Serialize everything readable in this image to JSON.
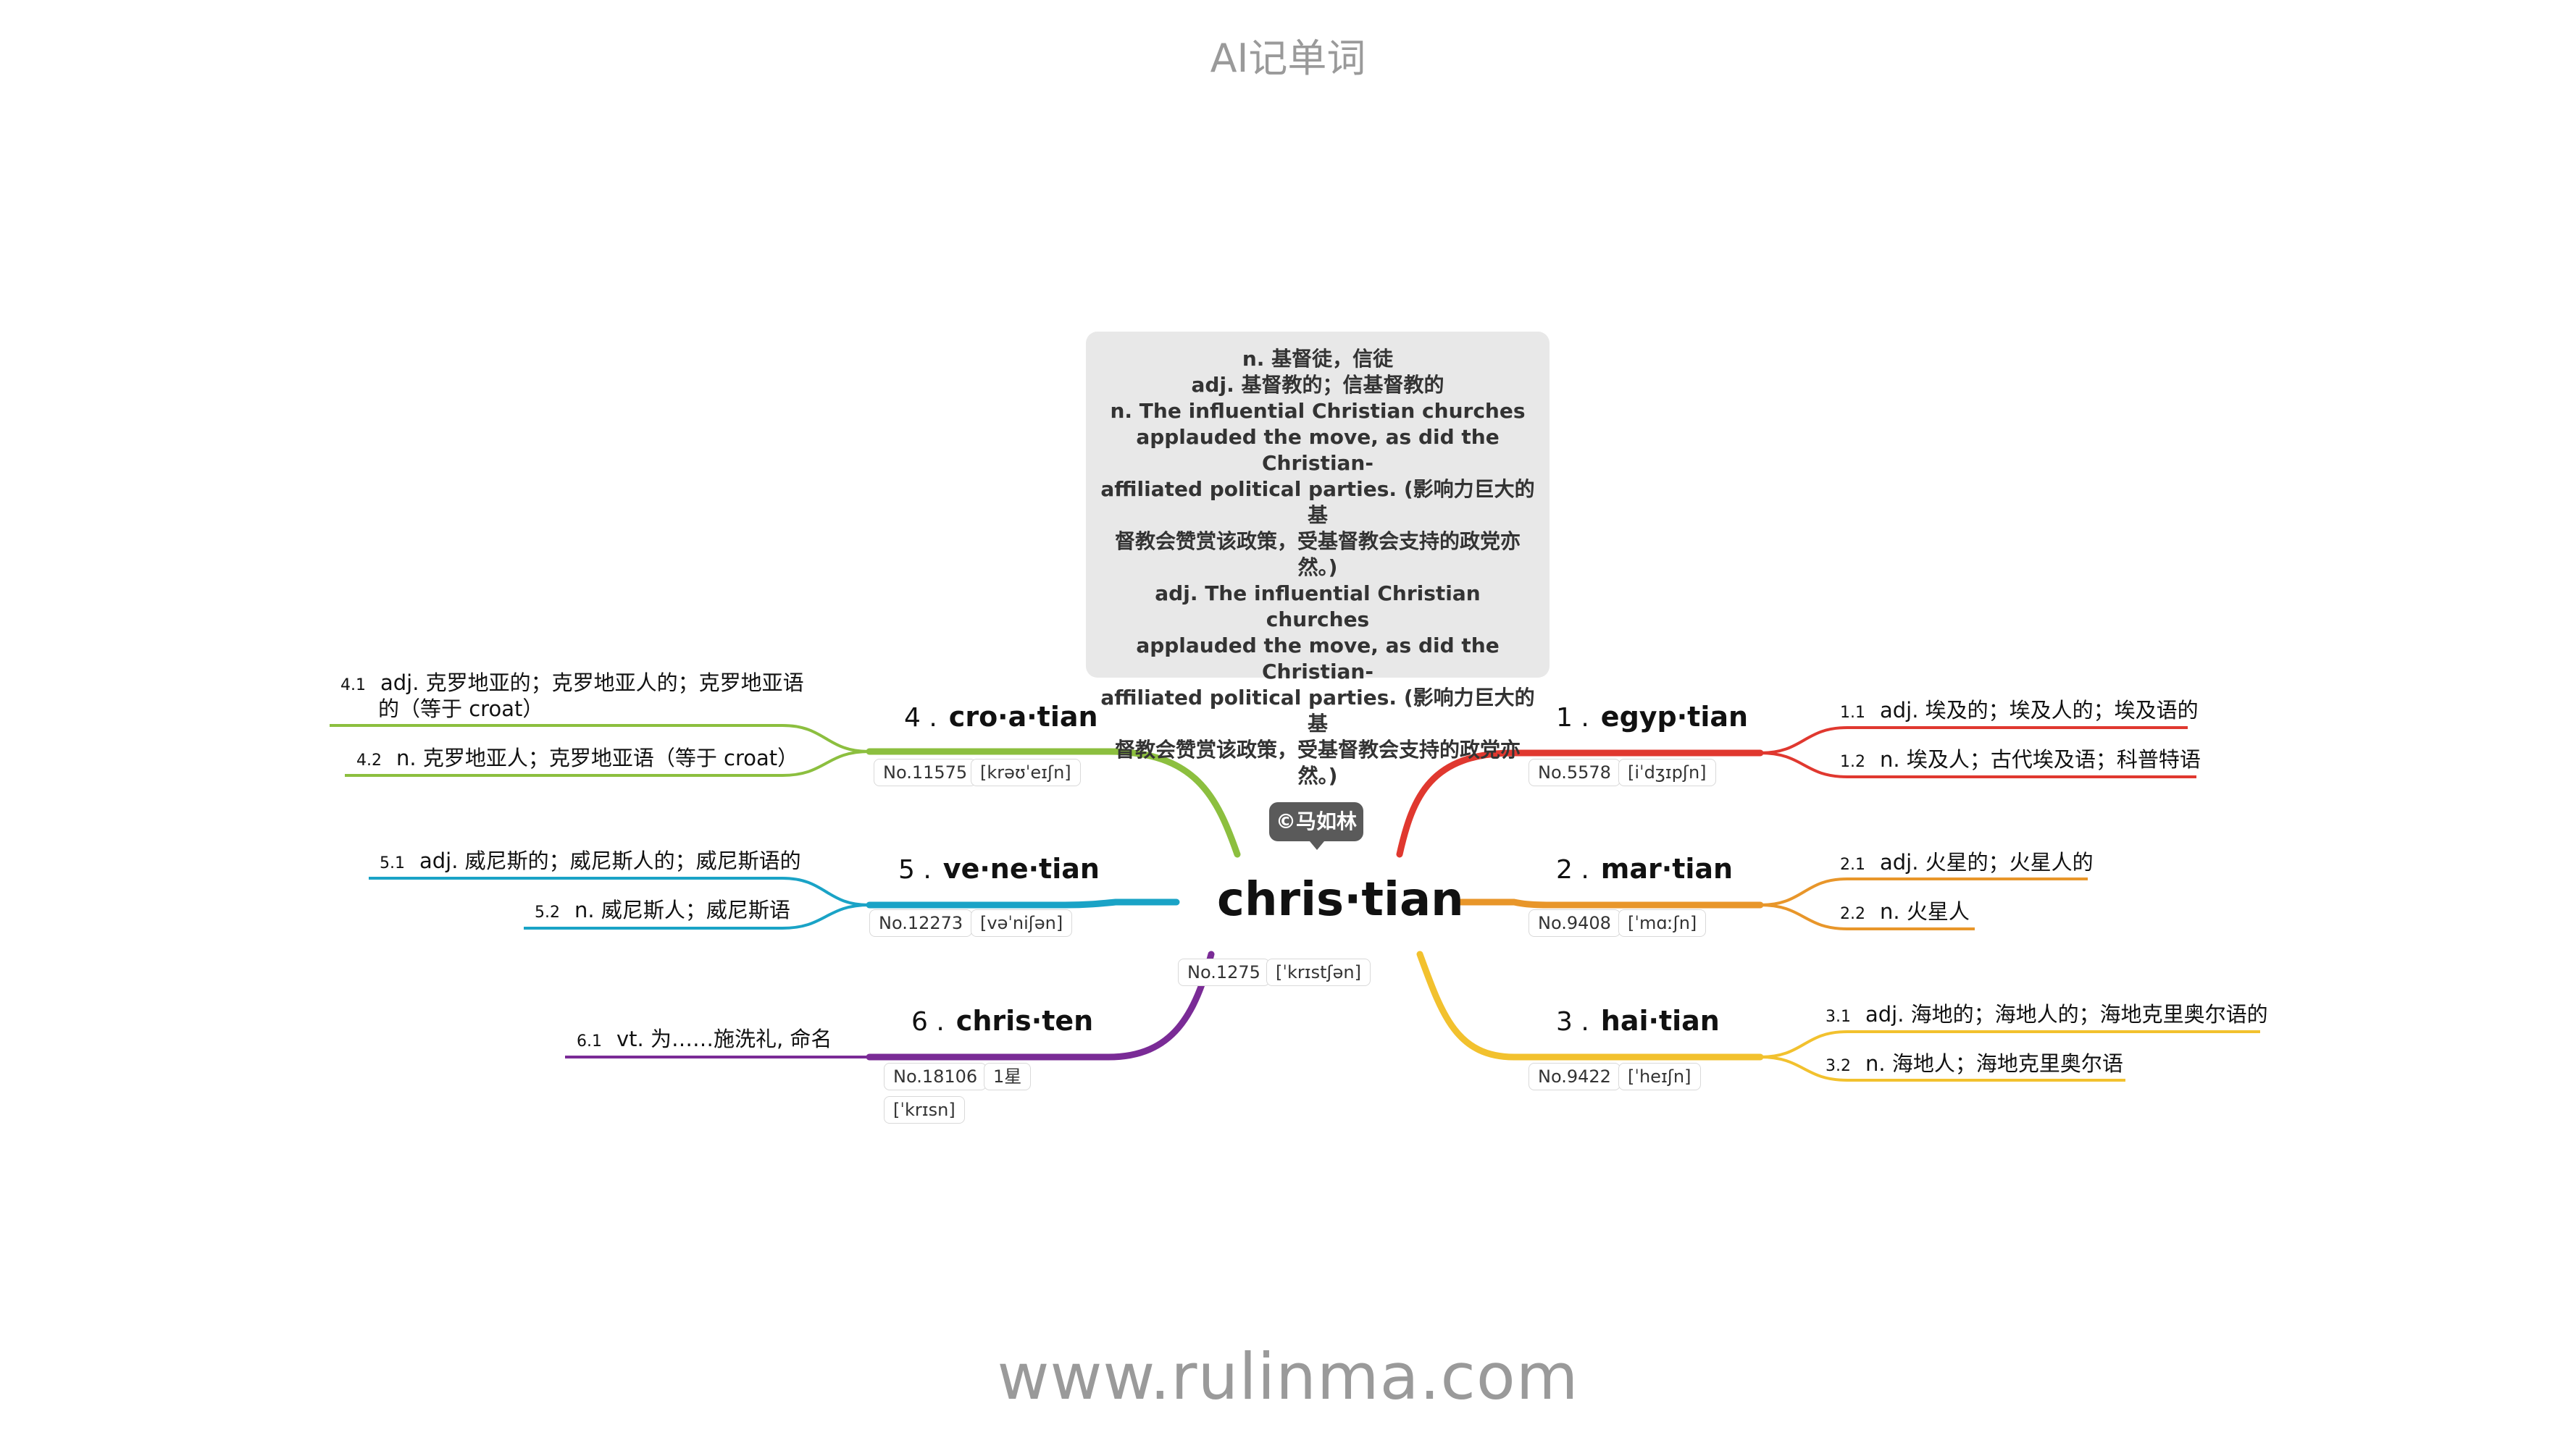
{
  "header": {
    "title": "AI记单词"
  },
  "footer": {
    "url": "www.rulinma.com"
  },
  "colors": {
    "b1": "#e0382f",
    "b2": "#e8962a",
    "b3": "#f2c12e",
    "b4": "#8cbf3f",
    "b5": "#1aa3c6",
    "b6": "#7a2b96"
  },
  "definition": {
    "lines": [
      "n. 基督徒，信徒",
      "adj. 基督教的；信基督教的",
      "n. The influential Christian churches",
      "applauded the move, as did the Christian-",
      "affiliated political parties. (影响力巨大的基",
      "督教会赞赏该政策，受基督教会支持的政党亦",
      "然。)",
      "adj. The influential Christian churches",
      "applauded the move, as did the Christian-",
      "affiliated political parties. (影响力巨大的基",
      "督教会赞赏该政策，受基督教会支持的政党亦",
      "然。)"
    ]
  },
  "copyright": "©马如林",
  "central": {
    "word": "chris·tian",
    "number": "No.1275",
    "phonetic": "[ˈkrɪstʃən]"
  },
  "branches": [
    {
      "num": "1 .",
      "word": "egyp·tian",
      "number": "No.5578",
      "phonetic": "[iˈdʒɪpʃn]",
      "items": [
        {
          "idx": "1.1",
          "text": "adj. 埃及的；埃及人的；埃及语的"
        },
        {
          "idx": "1.2",
          "text": "n. 埃及人；古代埃及语；科普特语"
        }
      ]
    },
    {
      "num": "2 .",
      "word": "mar·tian",
      "number": "No.9408",
      "phonetic": "[ˈmɑːʃn]",
      "items": [
        {
          "idx": "2.1",
          "text": "adj. 火星的；火星人的"
        },
        {
          "idx": "2.2",
          "text": "n. 火星人"
        }
      ]
    },
    {
      "num": "3 .",
      "word": "hai·tian",
      "number": "No.9422",
      "phonetic": "[ˈheɪʃn]",
      "items": [
        {
          "idx": "3.1",
          "text": "adj. 海地的；海地人的；海地克里奥尔语的"
        },
        {
          "idx": "3.2",
          "text": "n. 海地人；海地克里奥尔语"
        }
      ]
    },
    {
      "num": "4 .",
      "word": "cro·a·tian",
      "number": "No.11575",
      "phonetic": "[krəʊˈeɪʃn]",
      "items": [
        {
          "idx": "4.1",
          "text": "adj. 克罗地亚的；克罗地亚人的；克罗地亚语",
          "text2": "的（等于 croat）"
        },
        {
          "idx": "4.2",
          "text": "n. 克罗地亚人；克罗地亚语（等于 croat）"
        }
      ]
    },
    {
      "num": "5 .",
      "word": "ve·ne·tian",
      "number": "No.12273",
      "phonetic": "[vəˈniʃən]",
      "items": [
        {
          "idx": "5.1",
          "text": "adj. 威尼斯的；威尼斯人的；威尼斯语的"
        },
        {
          "idx": "5.2",
          "text": "n. 威尼斯人；威尼斯语"
        }
      ]
    },
    {
      "num": "6 .",
      "word": "chris·ten",
      "number": "No.18106",
      "stars": "1星",
      "phonetic": "[ˈkrɪsn]",
      "items": [
        {
          "idx": "6.1",
          "text": "vt. 为……施洗礼, 命名"
        }
      ]
    }
  ]
}
